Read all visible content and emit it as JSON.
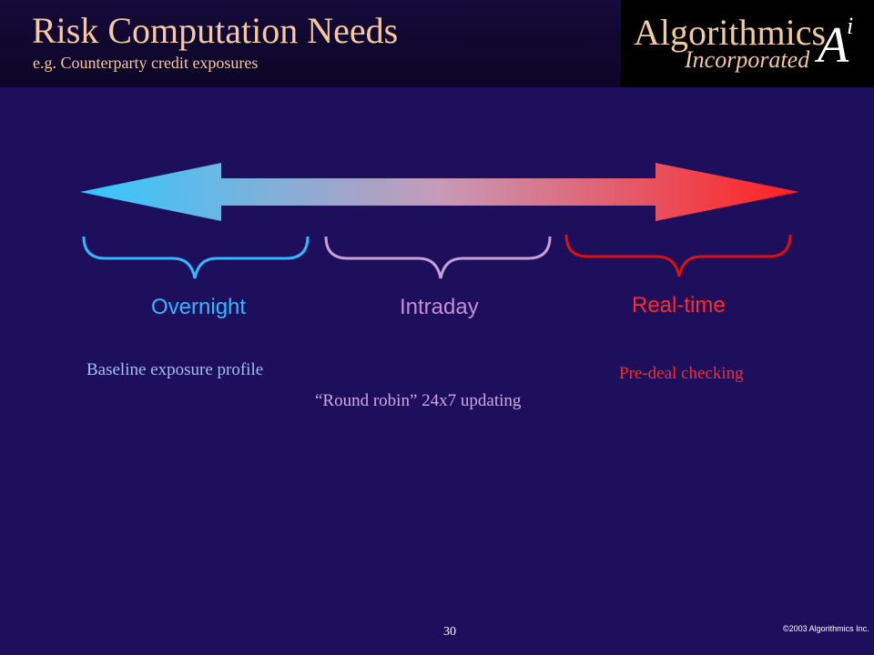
{
  "slide": {
    "title": "Risk Computation Needs",
    "subtitle": "e.g. Counterparty credit exposures",
    "page_number": "30",
    "copyright": "©2003 Algorithmics Inc."
  },
  "logo": {
    "name": "Algorithmics",
    "sub": "Incorporated",
    "mark_letter": "A",
    "mark_sup": "i"
  },
  "categories": [
    {
      "label": "Overnight",
      "description": "Baseline exposure profile",
      "color": "#33b8ff"
    },
    {
      "label": "Intraday",
      "description": "“Round robin” 24x7 updating",
      "color": "#c090d8"
    },
    {
      "label": "Real-time",
      "description": "Pre-deal checking",
      "color": "#ff2a2a"
    }
  ],
  "colors": {
    "background": "#1d0f5c",
    "title": "#f2c9a0",
    "arrow_left": "#30c8ff",
    "arrow_right": "#ff2020",
    "brace_overnight": "#33b8ff",
    "brace_intraday": "#c8a0d8",
    "brace_realtime": "#dd1010"
  }
}
